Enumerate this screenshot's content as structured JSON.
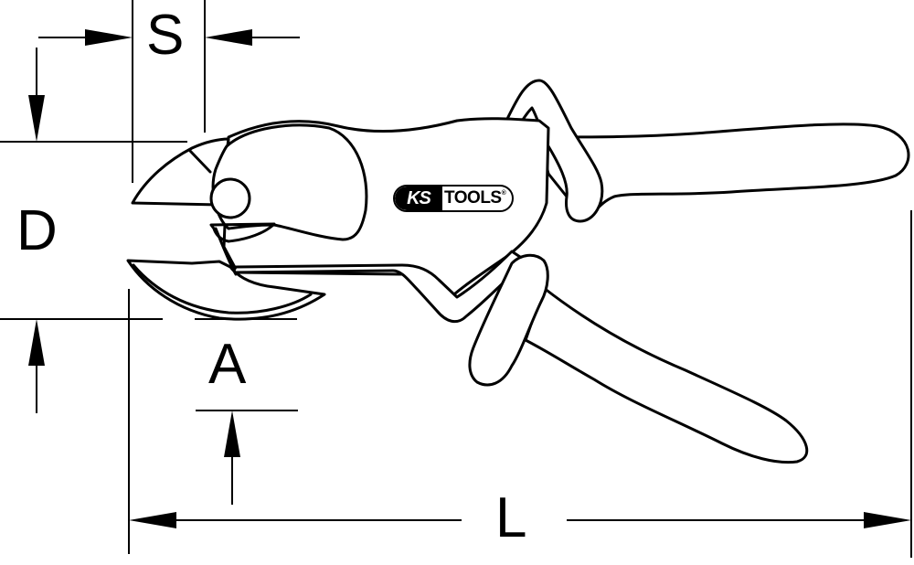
{
  "diagram": {
    "subject": "Cutting pliers technical dimension drawing",
    "dimensions": {
      "S": "S",
      "D": "D",
      "A": "A",
      "L": "L"
    },
    "logo": {
      "brand_left": "KS",
      "brand_right": "TOOLS",
      "registered": "®"
    },
    "colors": {
      "line": "#000000",
      "background": "#ffffff"
    }
  }
}
